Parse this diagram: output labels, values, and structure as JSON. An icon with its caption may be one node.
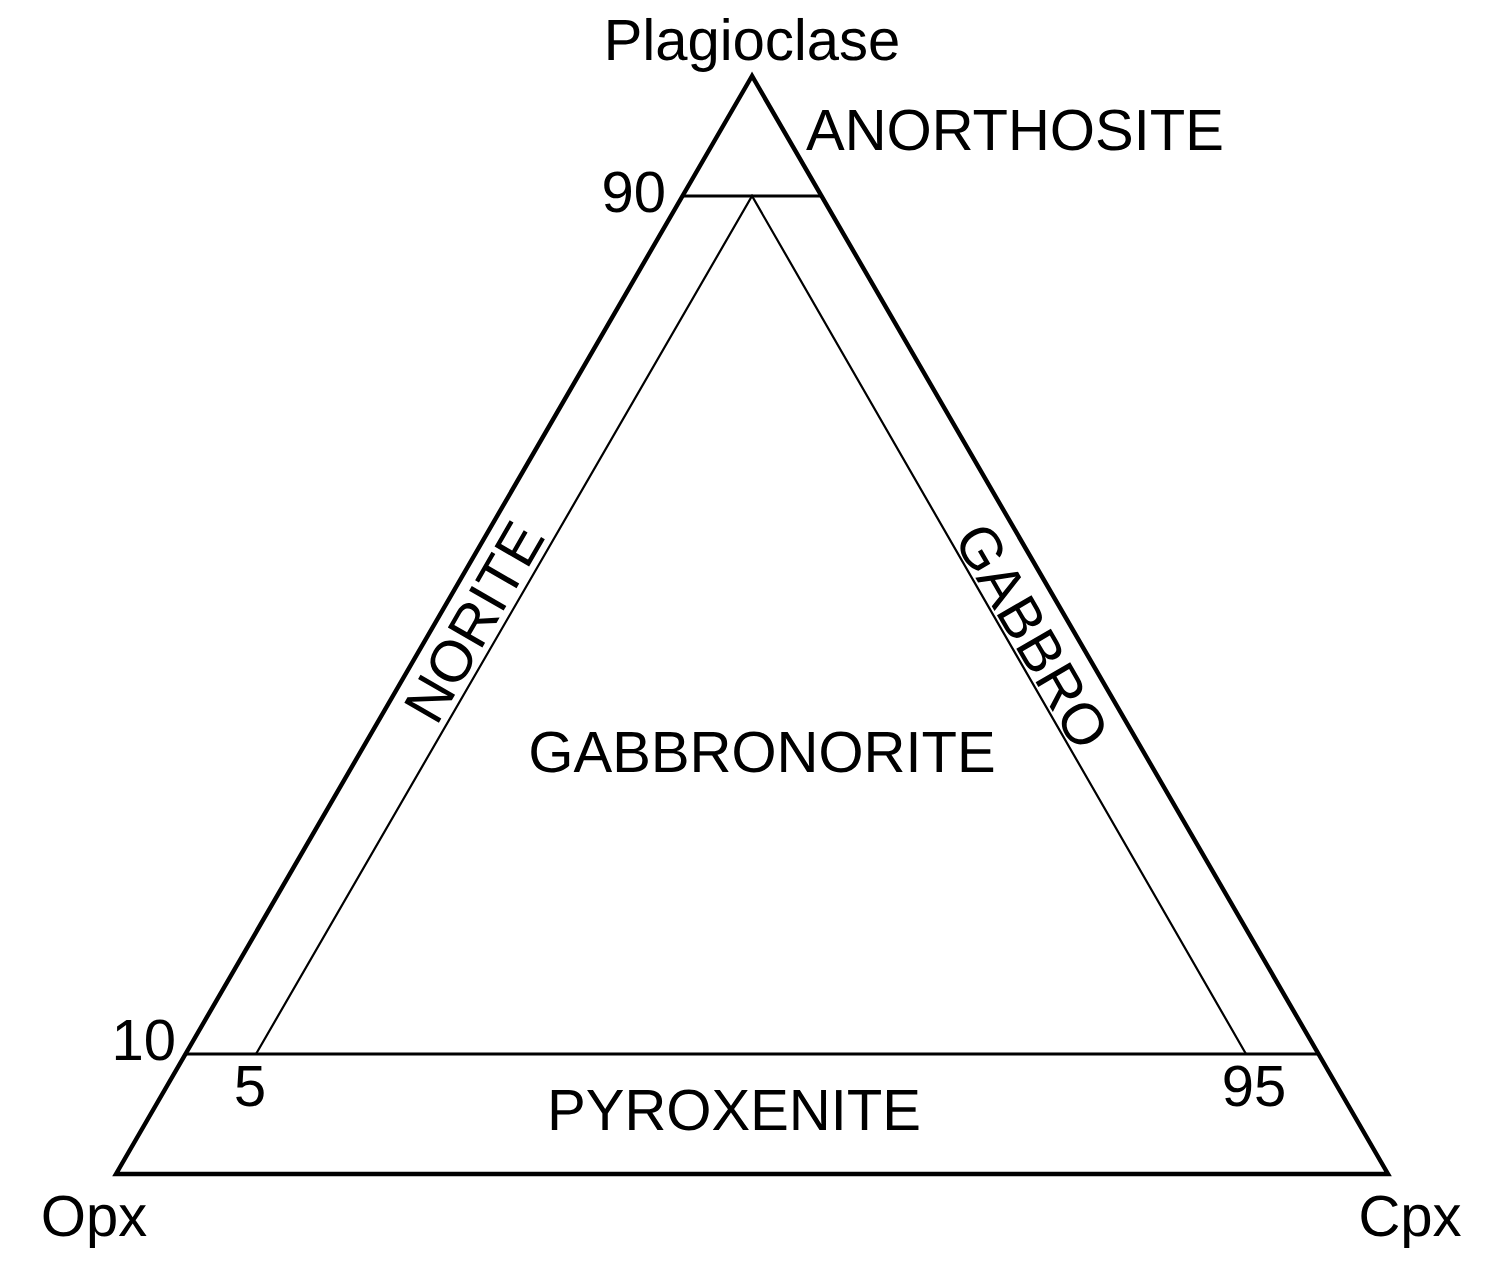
{
  "diagram": {
    "nodes": [
      {
        "text": [
          "ANORTHOSITE"
        ]
      },
      {
        "text": [
          "NORITE"
        ]
      },
      {
        "text": [
          "GABBRO"
        ]
      },
      {
        "text": [
          "GABBRONORITE"
        ]
      },
      {
        "text": [
          "PYROXENITE"
        ]
      }
    ],
    "labels": [
      "Plagioclase",
      "90",
      "10",
      "5",
      "95",
      "Opx",
      "Cpx"
    ]
  }
}
